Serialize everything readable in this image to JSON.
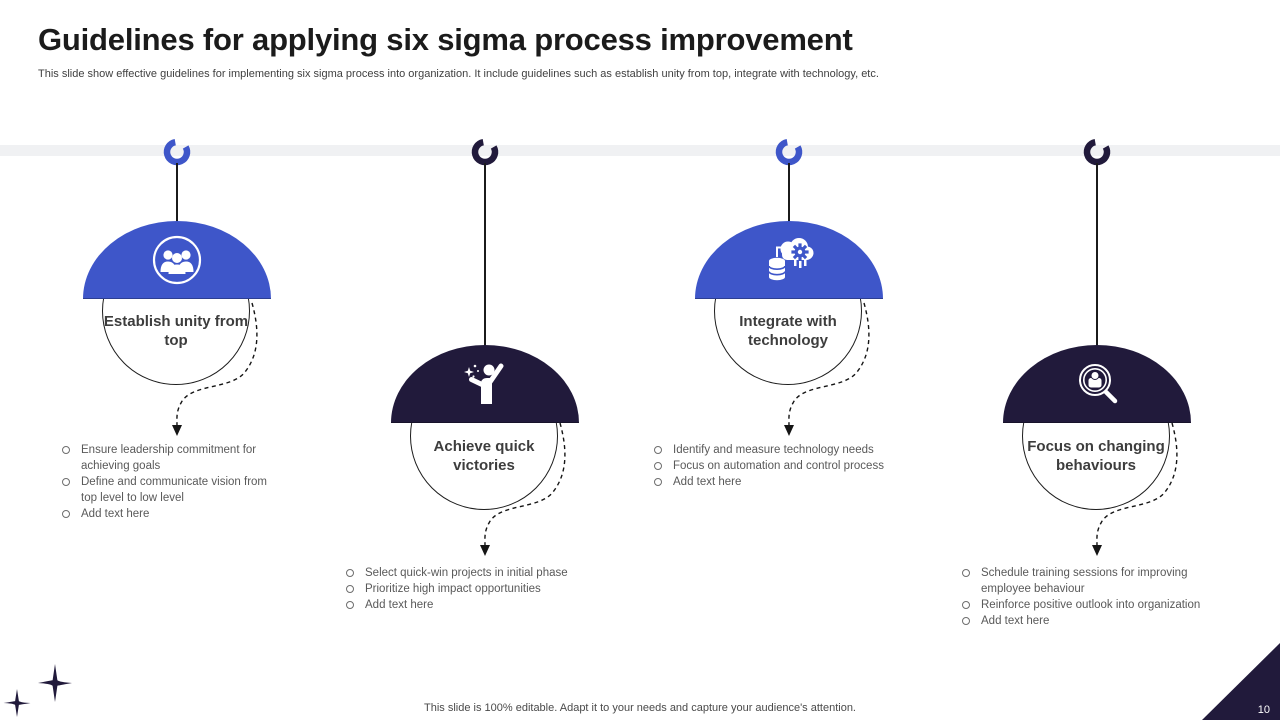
{
  "slide": {
    "title": "Guidelines for applying six sigma process improvement",
    "subtitle": "This slide show effective guidelines for implementing six sigma process into organization. It include guidelines such as establish unity from top, integrate with technology, etc.",
    "footer_note": "This slide is 100% editable. Adapt it to your needs and capture your audience's attention.",
    "page_number": "10"
  },
  "colors": {
    "accent_blue": "#3e56c9",
    "accent_navy": "#211a3b",
    "track_gray": "#f0f1f3",
    "body_text": "#595959"
  },
  "items": [
    {
      "label": "Establish unity from top",
      "icon": "team-icon",
      "color": "blue",
      "bullets": [
        "Ensure leadership commitment for achieving goals",
        "Define and communicate vision from top level to low level",
        "Add text here"
      ]
    },
    {
      "label": "Achieve quick victories",
      "icon": "achiever-icon",
      "color": "navy",
      "bullets": [
        "Select quick-win projects in initial phase",
        "Prioritize high impact opportunities",
        "Add text here"
      ]
    },
    {
      "label": "Integrate with technology",
      "icon": "cloud-gear-database-icon",
      "color": "blue",
      "bullets": [
        "Identify and measure technology needs",
        "Focus on automation and control process",
        "Add text here"
      ]
    },
    {
      "label": "Focus on changing behaviours",
      "icon": "person-search-icon",
      "color": "navy",
      "bullets": [
        "Schedule training sessions for improving employee behaviour",
        "Reinforce positive outlook into organization",
        "Add text here"
      ]
    }
  ]
}
